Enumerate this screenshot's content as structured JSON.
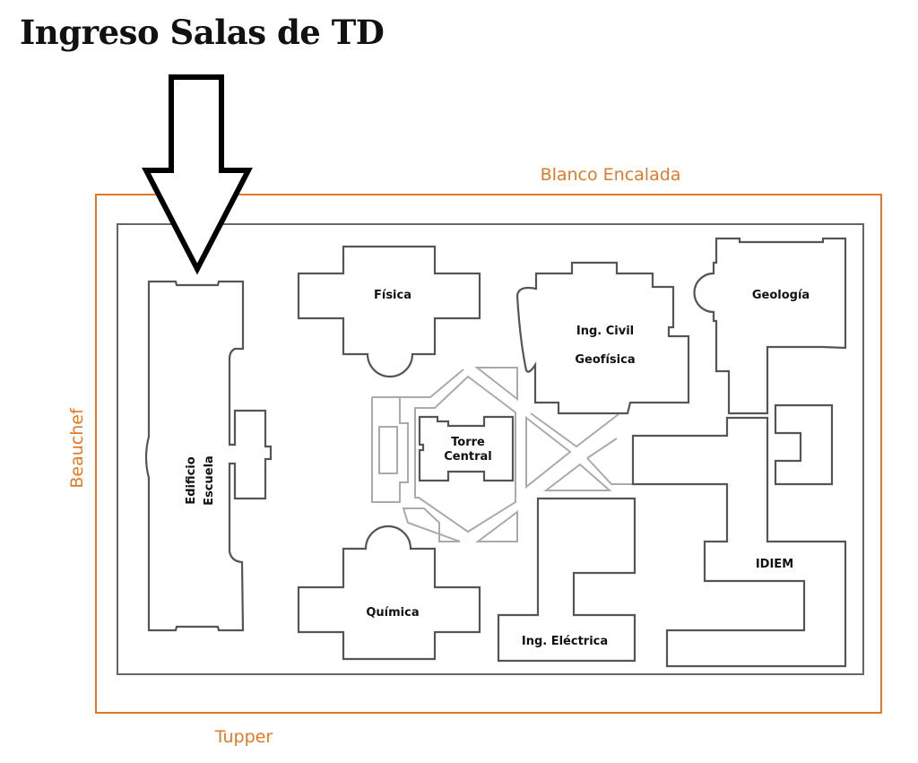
{
  "title": "Ingreso Salas de TD",
  "streets": {
    "north": "Blanco Encalada",
    "south": "Tupper",
    "west": "Beauchef"
  },
  "buildings": {
    "fisica": "Física",
    "quimica": "Química",
    "civil_1": "Ing. Civil",
    "civil_2": "Geofísica",
    "geologia": "Geología",
    "torre_1": "Torre",
    "torre_2": "Central",
    "escuela_1": "Edificio",
    "escuela_2": "Escuela",
    "idiem": "IDIEM",
    "electrica": "Ing. Eléctrica"
  },
  "colors": {
    "street_border": "#e07a2a",
    "building_outline": "#555555",
    "walkway": "#aaaaaa",
    "arrow": "#000000"
  }
}
